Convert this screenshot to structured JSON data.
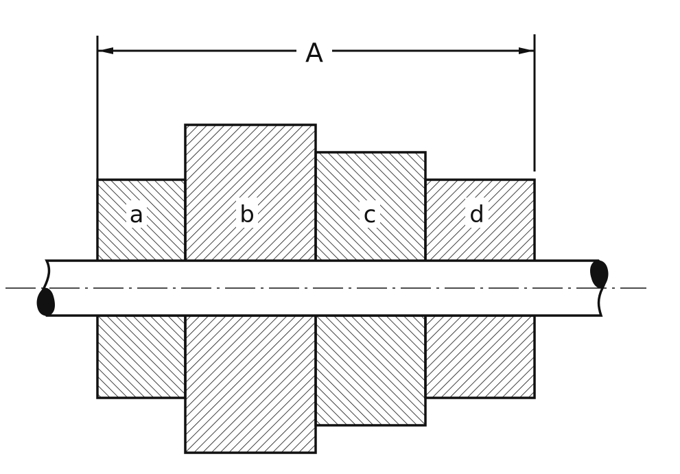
{
  "diagram": {
    "dimension": {
      "label": "A"
    },
    "parts": [
      {
        "id": "a",
        "label": "a",
        "hatch": "forward"
      },
      {
        "id": "b",
        "label": "b",
        "hatch": "backward"
      },
      {
        "id": "c",
        "label": "c",
        "hatch": "forward"
      },
      {
        "id": "d",
        "label": "d",
        "hatch": "backward"
      }
    ],
    "colors": {
      "ink": "#111111",
      "paper": "#ffffff"
    }
  }
}
